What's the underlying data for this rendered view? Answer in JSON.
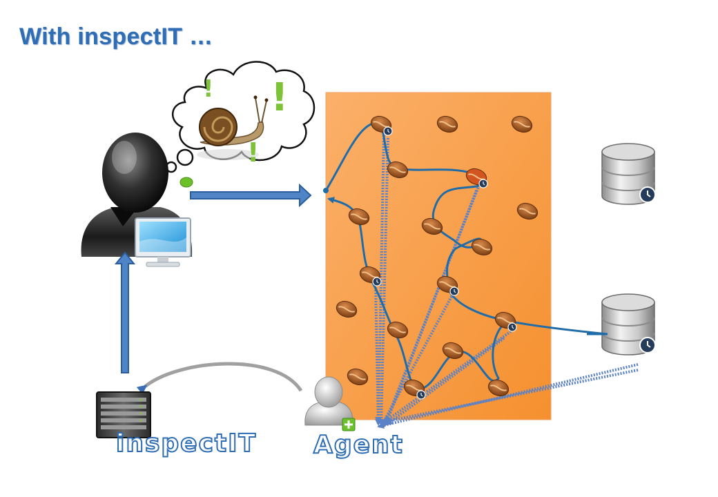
{
  "slide": {
    "title": "With inspectIT …"
  },
  "labels": {
    "inspectit": "inspectIT",
    "agent": "Agent"
  },
  "thought": {
    "marks": [
      "!",
      "!",
      "!"
    ]
  },
  "icons": {
    "user": "user-silhouette-icon",
    "monitor": "monitor-icon",
    "snail": "snail-icon",
    "database": "database-icon",
    "server": "server-rack-icon",
    "agent": "agent-user-plus-icon",
    "bean": "java-bean-icon",
    "stopwatch": "stopwatch-icon"
  },
  "colors": {
    "title": "#2f6db5",
    "application_box": "#f79a46",
    "trace_line": "#1f6ca8",
    "dotted_arrow": "#5b82c6",
    "exclamation": "#7ec23a",
    "label_text": "#2e6db4"
  }
}
